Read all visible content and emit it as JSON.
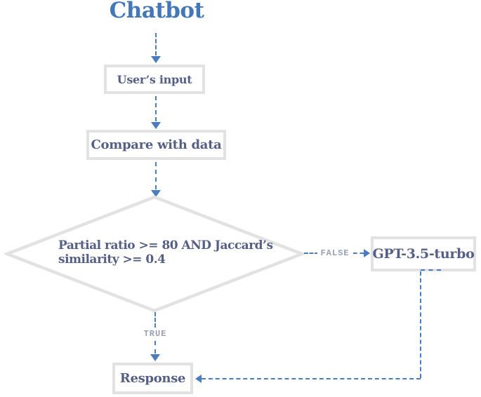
{
  "title": "Chatbot",
  "nodes": {
    "user_input": {
      "label": "User’s input"
    },
    "compare": {
      "label": "Compare with data"
    },
    "decision": {
      "text": "Partial ratio >= 80 AND Jaccard’s similarity >= 0.4",
      "lines": [
        "Partial ratio >= 80 AND Jaccard’s",
        "similarity >= 0.4"
      ]
    },
    "gpt": {
      "label": "GPT-3.5-turbo"
    },
    "response": {
      "label": "Response"
    }
  },
  "edge_labels": {
    "false": "FALSE",
    "true": "TRUE"
  },
  "edges": [
    {
      "from": "title",
      "to": "user_input",
      "label": ""
    },
    {
      "from": "user_input",
      "to": "compare",
      "label": ""
    },
    {
      "from": "compare",
      "to": "decision",
      "label": ""
    },
    {
      "from": "decision",
      "to": "gpt",
      "label": "FALSE"
    },
    {
      "from": "decision",
      "to": "response",
      "label": "TRUE"
    },
    {
      "from": "gpt",
      "to": "response",
      "label": ""
    }
  ],
  "colors": {
    "title_blue": "#4277b8",
    "arrow_blue": "#4a7cc0",
    "node_text": "#565f85",
    "node_border": "#e2e2e2",
    "edge_label_gray": "#98a0b3"
  }
}
